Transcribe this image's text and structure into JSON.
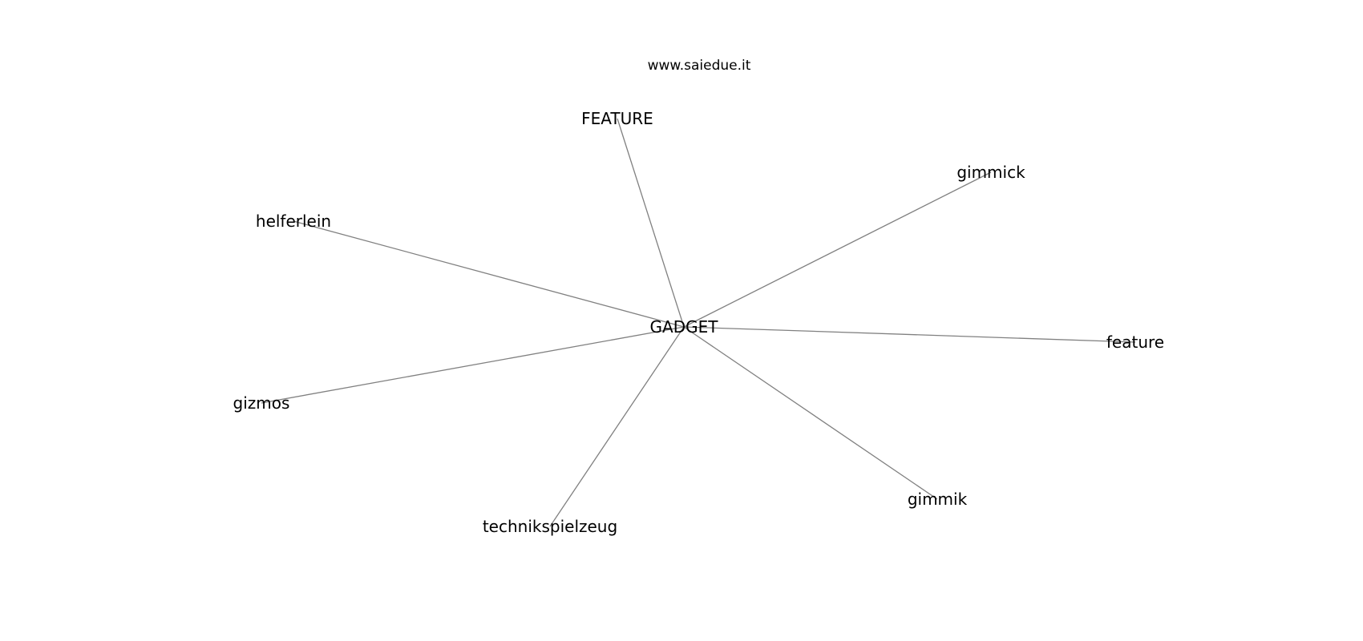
{
  "watermark": "www.saiedue.it",
  "graph": {
    "center": {
      "id": "center",
      "label": "GADGET"
    },
    "nodes": [
      {
        "id": "feature-upper",
        "label": "FEATURE"
      },
      {
        "id": "gimmick",
        "label": "gimmick"
      },
      {
        "id": "helferlein",
        "label": "helferlein"
      },
      {
        "id": "feature-lower",
        "label": "feature"
      },
      {
        "id": "gizmos",
        "label": "gizmos"
      },
      {
        "id": "technikspielzeug",
        "label": "technikspielzeug"
      },
      {
        "id": "gimmik",
        "label": "gimmik"
      }
    ],
    "edges": [
      {
        "from": "center",
        "to": "feature-upper"
      },
      {
        "from": "center",
        "to": "gimmick"
      },
      {
        "from": "center",
        "to": "helferlein"
      },
      {
        "from": "center",
        "to": "feature-lower"
      },
      {
        "from": "center",
        "to": "gizmos"
      },
      {
        "from": "center",
        "to": "technikspielzeug"
      },
      {
        "from": "center",
        "to": "gimmik"
      }
    ]
  },
  "colors": {
    "edge": "#808080",
    "text": "#000000",
    "background": "#ffffff"
  }
}
